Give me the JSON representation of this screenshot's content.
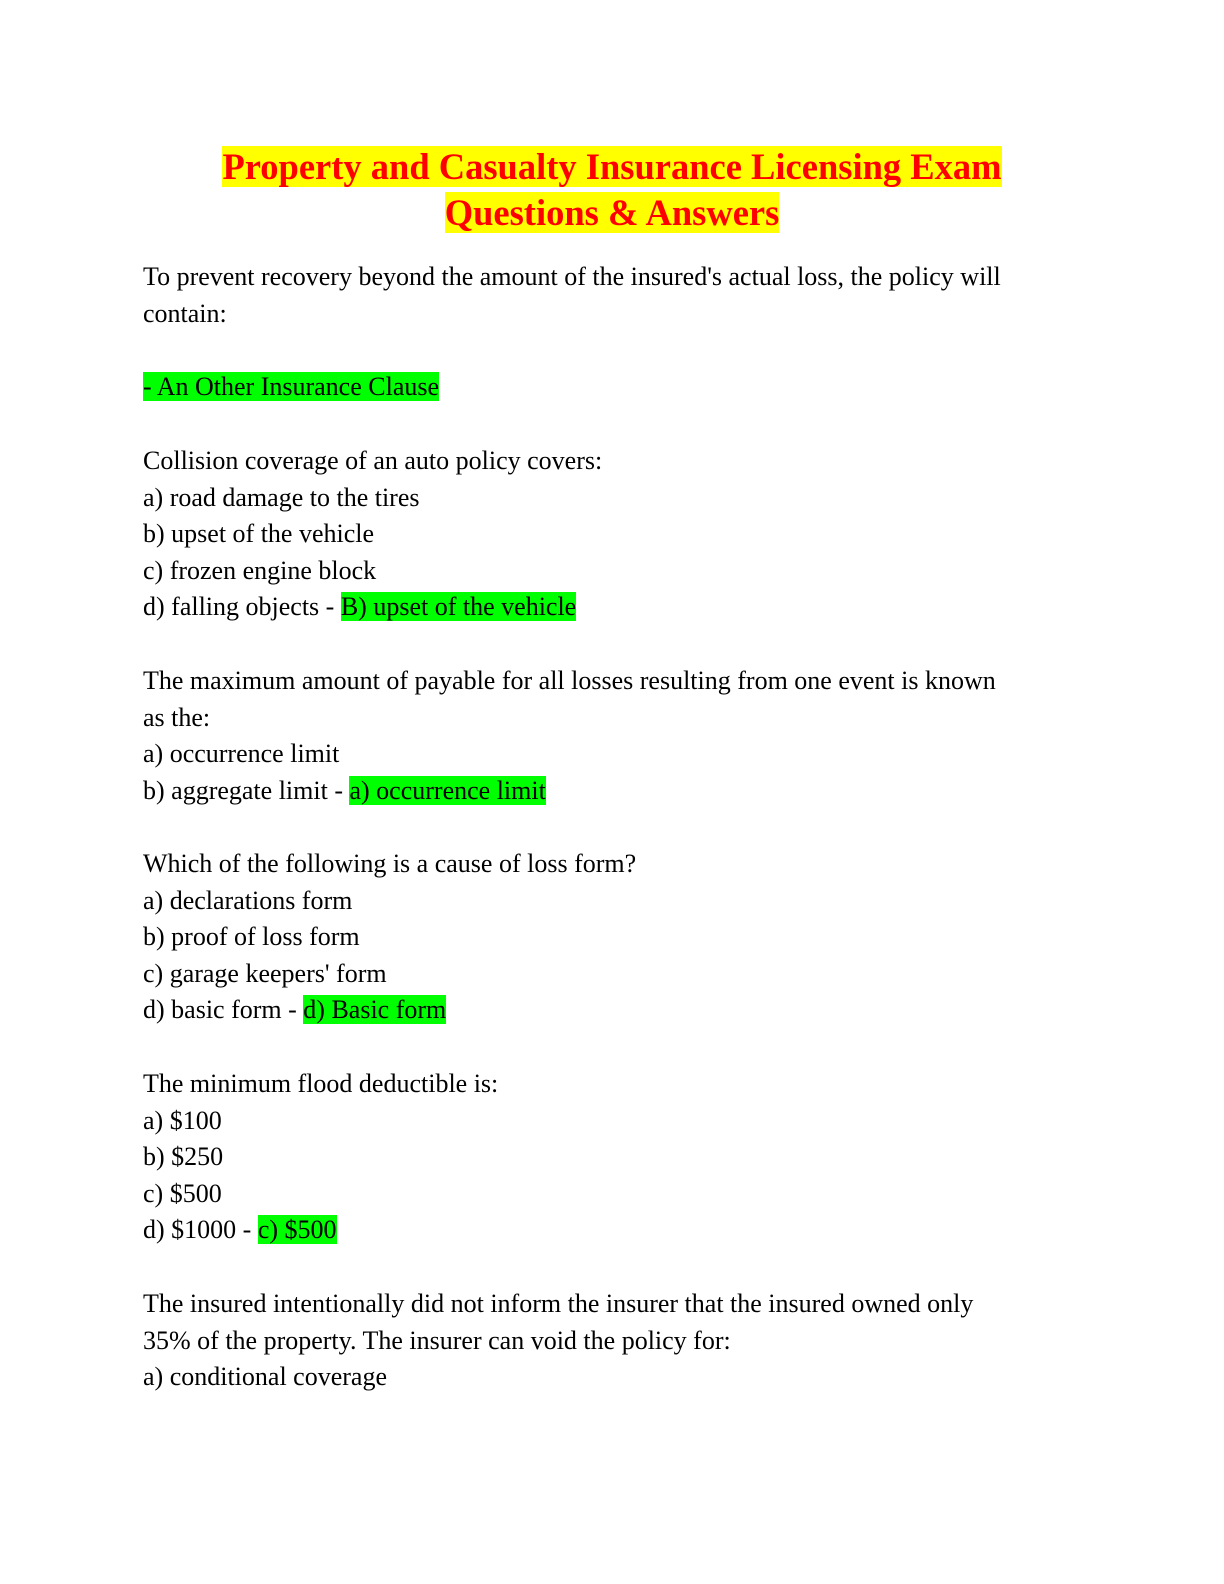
{
  "title": {
    "line1": "Property and Casualty Insurance Licensing Exam",
    "line2": "Questions & Answers"
  },
  "questions": [
    {
      "lines": [
        "To prevent recovery beyond the amount of the insured's actual loss, the policy will",
        "contain:"
      ],
      "answer": "- An Other Insurance Clause"
    },
    {
      "lines": [
        "Collision coverage of an auto policy covers:",
        "a) road damage to the tires",
        "b) upset of the vehicle",
        "c) frozen engine block"
      ],
      "last_line": "d) falling objects - ",
      "answer": "B) upset of the vehicle"
    },
    {
      "lines": [
        "The maximum amount of payable for all losses resulting from one event is known",
        "as the:",
        "a) occurrence limit"
      ],
      "last_line": "b) aggregate limit - ",
      "answer": "a) occurrence limit"
    },
    {
      "lines": [
        "Which of the following is a cause of loss form?",
        "a) declarations form",
        "b) proof of loss form",
        "c) garage keepers' form"
      ],
      "last_line": "d) basic form - ",
      "answer": "d) Basic form"
    },
    {
      "lines": [
        "The minimum flood deductible is:",
        "a) $100",
        "b) $250",
        "c) $500"
      ],
      "last_line": "d) $1000 - ",
      "answer": "c) $500"
    },
    {
      "lines": [
        "The insured intentionally did not inform the insurer that the insured owned only",
        "35% of the property. The insurer can void the policy for:",
        "a) conditional coverage"
      ]
    }
  ],
  "colors": {
    "title_text": "#ff0000",
    "title_highlight": "#ffff00",
    "answer_highlight": "#00ff00"
  }
}
